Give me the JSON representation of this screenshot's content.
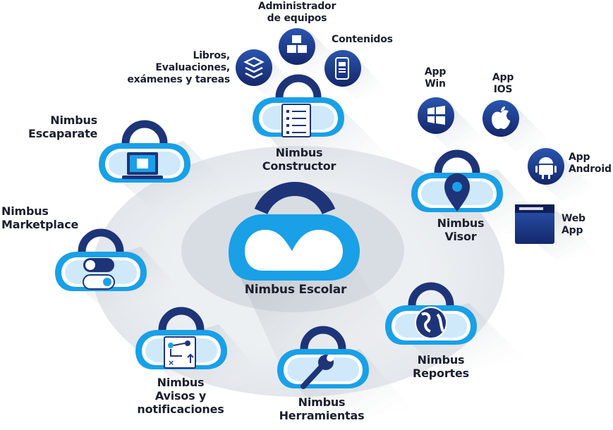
{
  "colors": {
    "navy": "#1e3478",
    "cyan": "#1aa0e6",
    "light_blue": "#d4ecfa",
    "ellipse_outer": "#e8ebef",
    "ellipse_inner": "#d9dee4",
    "text": "#1b1f2e"
  },
  "center": {
    "label": "Nimbus Escolar",
    "icon": "infinity-cloud-icon"
  },
  "modules": [
    {
      "key": "constructor",
      "label": "Nimbus\nConstructor",
      "icon": "checklist-document-icon"
    },
    {
      "key": "escaparate",
      "label": "Nimbus\nEscaparate",
      "icon": "laptop-icon"
    },
    {
      "key": "marketplace",
      "label": "Nimbus\nMarketplace",
      "icon": "toggle-switch-icon"
    },
    {
      "key": "avisos",
      "label": "Nimbus\nAvisos y\nnotificaciones",
      "icon": "flowchart-board-icon"
    },
    {
      "key": "herramientas",
      "label": "Nimbus\nHerramientas",
      "icon": "wrench-icon"
    },
    {
      "key": "reportes",
      "label": "Nimbus\nReportes",
      "icon": "globe-icon"
    },
    {
      "key": "visor",
      "label": "Nimbus\nVisor",
      "icon": "map-pin-icon"
    }
  ],
  "satellites": [
    {
      "key": "administrador",
      "label": "Administrador\nde equipos",
      "icon": "cubes-icon"
    },
    {
      "key": "libros",
      "label": "Libros,\nEvaluaciones,\nexámenes y tareas",
      "icon": "layers-icon"
    },
    {
      "key": "contenidos",
      "label": "Contenidos",
      "icon": "mobile-layout-icon"
    },
    {
      "key": "app_win",
      "label": "App\nWin",
      "icon": "windows-icon"
    },
    {
      "key": "app_ios",
      "label": "App\nIOS",
      "icon": "apple-icon"
    },
    {
      "key": "app_android",
      "label": "App\nAndroid",
      "icon": "android-icon"
    },
    {
      "key": "web_app",
      "label": "Web\nApp",
      "icon": "browser-window-icon"
    }
  ]
}
